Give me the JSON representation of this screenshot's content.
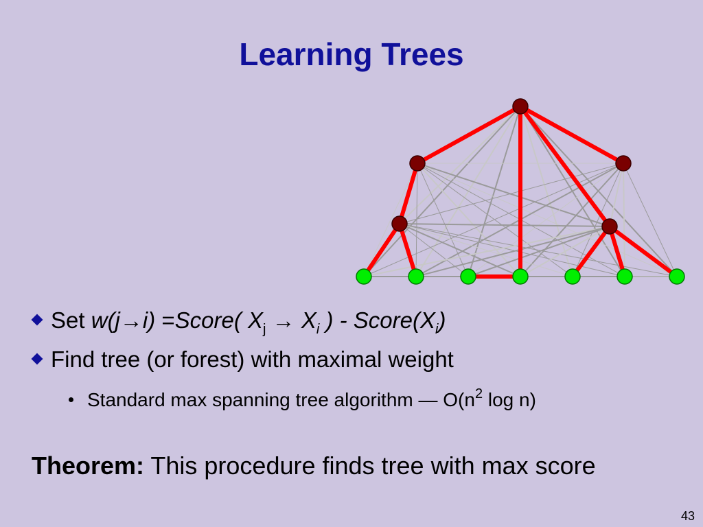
{
  "slide": {
    "title": "Learning Trees",
    "bullets": [
      {
        "set_label": "Set",
        "w_expr": "w(j",
        "arrow": "→",
        "w_close": "i)",
        "equals": " =",
        "score_open": "Score( X",
        "sub_j": "j",
        "arrow2": " → ",
        "x_i": "X",
        "sub_i": "i",
        "score_mid": " ) - Score(X",
        "sub_i2": "i",
        "score_close": ")"
      },
      {
        "text": "Find tree (or forest) with maximal weight"
      }
    ],
    "sub_bullet": {
      "text": "Standard max spanning tree algorithm — O(n",
      "sup": "2",
      "tail": " log n)"
    },
    "theorem": {
      "label": "Theorem:",
      "text": " This procedure finds tree with max score"
    },
    "page_number": "43"
  },
  "colors": {
    "title": "#10109a",
    "background": "#cdc5e0",
    "tree_edge": "#ff0000",
    "internal_node": "#7a0000",
    "leaf_node": "#00ee00"
  }
}
